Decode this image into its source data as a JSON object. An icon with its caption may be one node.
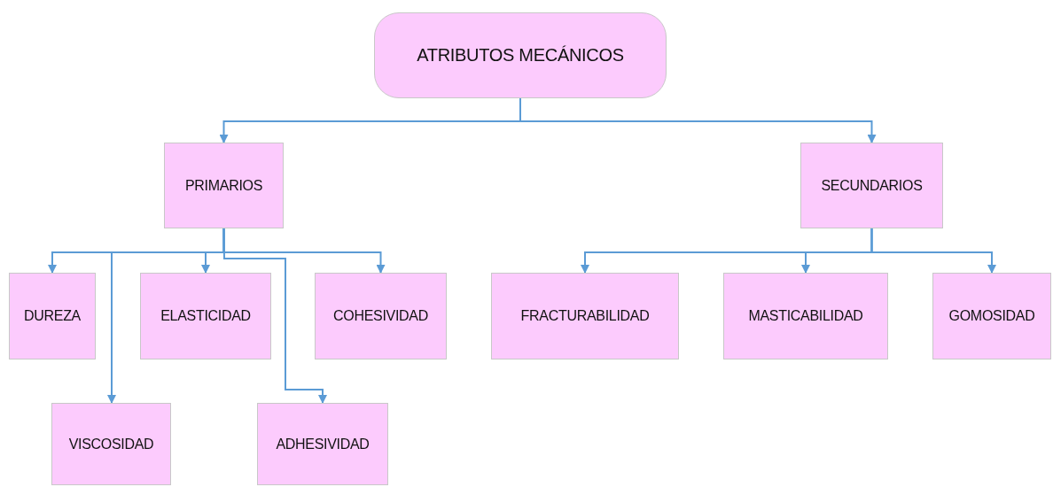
{
  "diagram": {
    "nodes": [
      {
        "text": [
          "ATRIBUTOS MECÁNICOS"
        ]
      },
      {
        "text": [
          "PRIMARIOS"
        ]
      },
      {
        "text": [
          "SECUNDARIOS"
        ]
      },
      {
        "text": [
          "DUREZA"
        ]
      },
      {
        "text": [
          "ELASTICIDAD"
        ]
      },
      {
        "text": [
          "COHESIVIDAD"
        ]
      },
      {
        "text": [
          "FRACTURABILIDAD"
        ]
      },
      {
        "text": [
          "MASTICABILIDAD"
        ]
      },
      {
        "text": [
          "GOMOSIDAD"
        ]
      },
      {
        "text": [
          "VISCOSIDAD"
        ]
      },
      {
        "text": [
          "ADHESIVIDAD"
        ]
      }
    ],
    "edges": [
      {
        "from": 0,
        "to": 1,
        "arrow": "to"
      },
      {
        "from": 0,
        "to": 2,
        "arrow": "to"
      },
      {
        "from": 1,
        "to": 3,
        "arrow": "to"
      },
      {
        "from": 1,
        "to": 9,
        "arrow": "to"
      },
      {
        "from": 1,
        "to": 4,
        "arrow": "to"
      },
      {
        "from": 1,
        "to": 10,
        "arrow": "to"
      },
      {
        "from": 1,
        "to": 5,
        "arrow": "to"
      },
      {
        "from": 2,
        "to": 6,
        "arrow": "to"
      },
      {
        "from": 2,
        "to": 7,
        "arrow": "to"
      },
      {
        "from": 2,
        "to": 8,
        "arrow": "to"
      }
    ]
  }
}
